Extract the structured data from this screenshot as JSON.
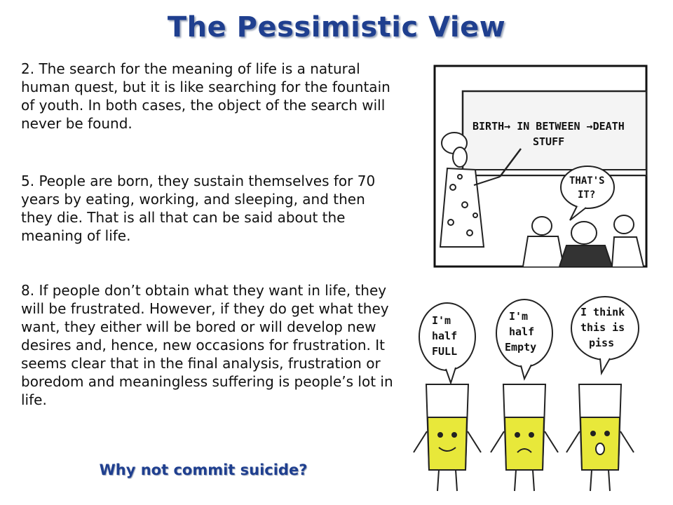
{
  "slide": {
    "title": "The Pessimistic View",
    "paragraphs": [
      "2. The search for the meaning of life is a natural human quest, but it is like searching for the fountain of youth.  In both cases, the object of the search will never be found.",
      "5. People are born, they sustain themselves for 70 years by eating, working, and sleeping, and then they die.  That is all that can be said about the meaning of life.",
      "8. If people don’t obtain what they want in life, they will be frustrated.  However, if they do get what they want, they either will be bored or will develop new desires and, hence, new occasions for frustration.  It seems clear that in the final analysis, frustration or boredom and meaningless suffering is people’s lot in life."
    ],
    "question": "Why not commit suicide?"
  },
  "cartoon_classroom": {
    "board_line1": "BIRTH→ IN BETWEEN →DEATH",
    "board_line2": "STUFF",
    "bubble_line1": "THAT'S",
    "bubble_line2": "IT?"
  },
  "cartoon_glasses": {
    "glass1_line1": "I'm",
    "glass1_line2": "half",
    "glass1_line3": "FULL",
    "glass2_line1": "I'm",
    "glass2_line2": "half",
    "glass2_line3": "Empty",
    "glass3_line1": "I think",
    "glass3_line2": "this is",
    "glass3_line3": "piss"
  },
  "colors": {
    "title": "#1f3f8f",
    "liquid": "#e8e83a"
  }
}
